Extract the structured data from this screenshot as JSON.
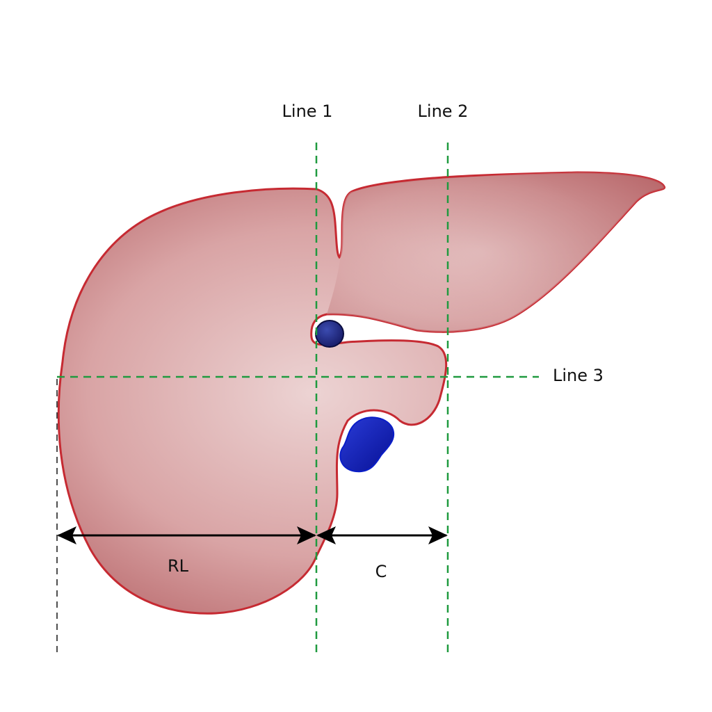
{
  "labels": {
    "line1": "Line 1",
    "line2": "Line 2",
    "line3": "Line 3",
    "rl": "RL",
    "c": "C"
  },
  "colors": {
    "liver_fill_light": "#ecd3d3",
    "liver_fill_mid": "#d9a4a5",
    "liver_fill_dark": "#b96a6d",
    "liver_outline": "#c62a32",
    "guide_line": "#1f9a3f",
    "vessel_dark": "#161a66",
    "vessel_blue": "#0a1ec8",
    "arrow": "#000000",
    "dashed_black": "#222222"
  },
  "icons": {
    "liver": "liver-organ-icon",
    "portal_vein": "portal-vein-icon",
    "gallbladder": "gallbladder-icon"
  }
}
